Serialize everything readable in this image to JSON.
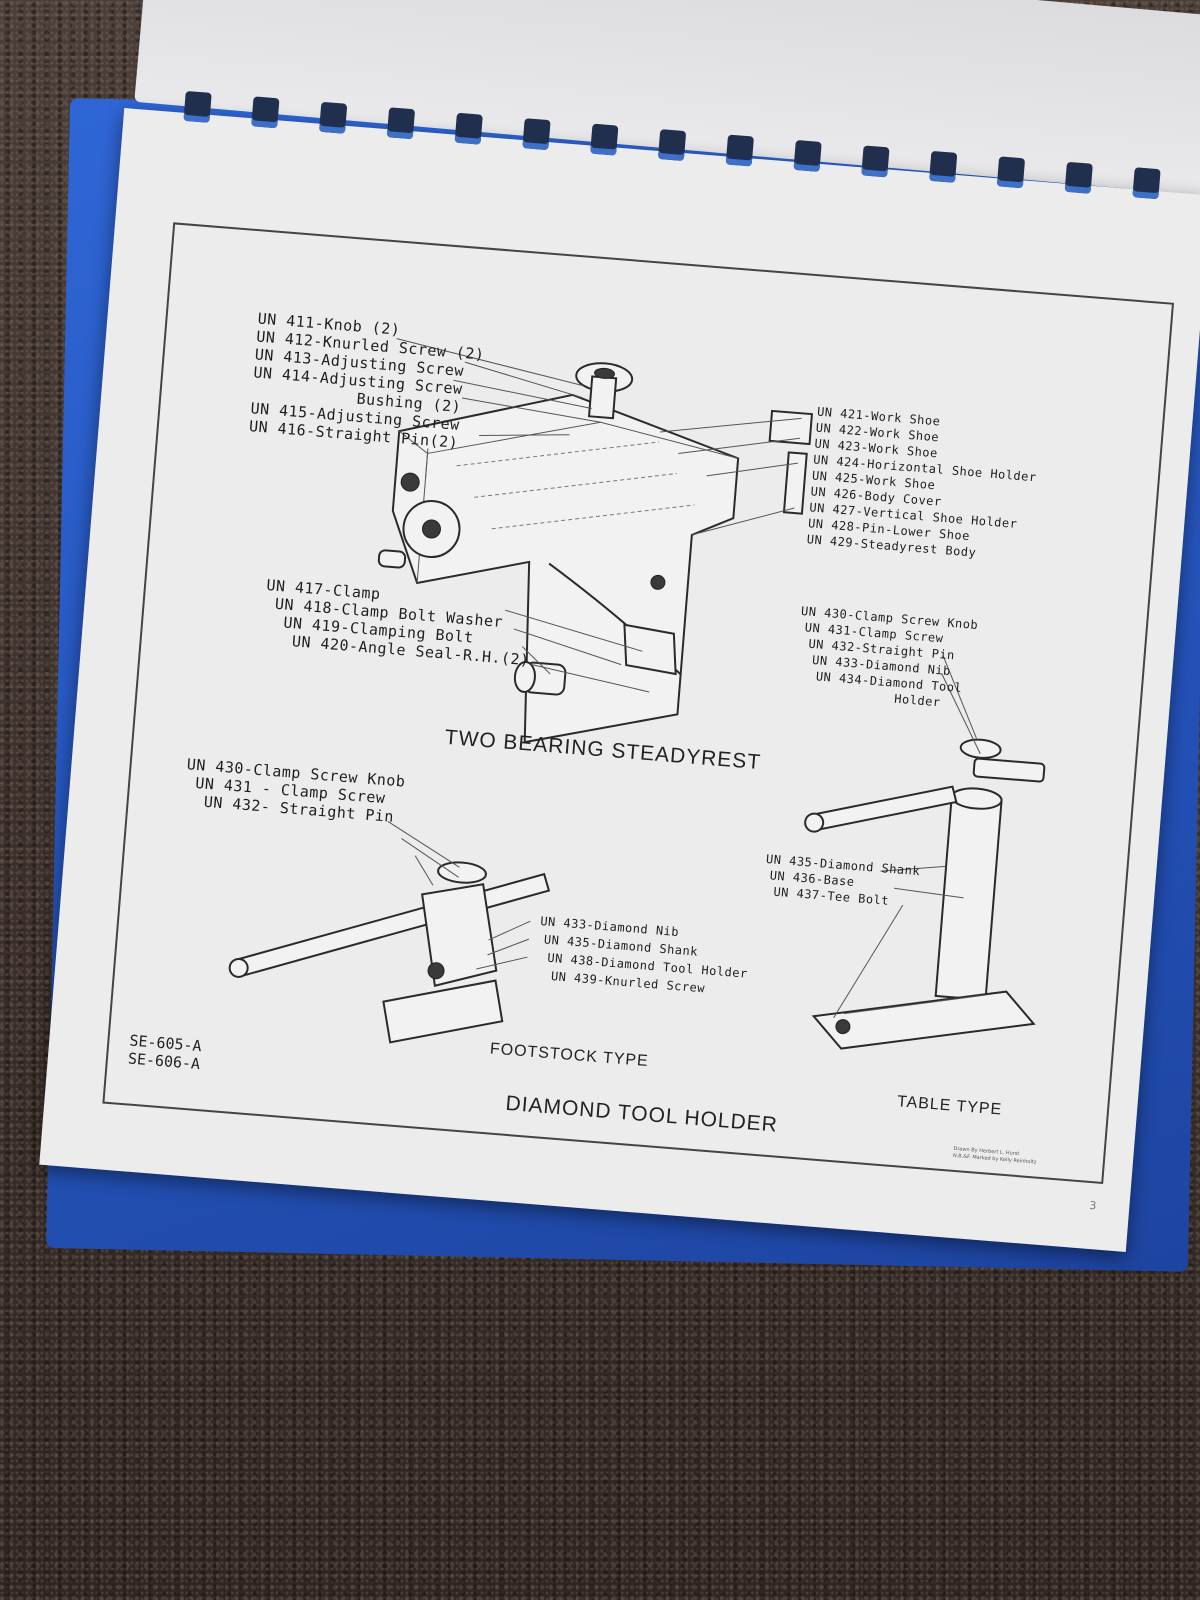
{
  "title_main": "TWO BEARING STEADYREST",
  "title_bottom": "DIAMOND TOOL HOLDER",
  "subtitle_footstock": "FOOTSTOCK TYPE",
  "subtitle_table": "TABLE TYPE",
  "codes": [
    "SE-605-A",
    "SE-606-A"
  ],
  "credit_lines": [
    "Drawn By Herbert L. Hurst",
    "N.B.&F. Marked by Kelly Reinholtz"
  ],
  "page_mark": "3",
  "labels_top_left": [
    "UN 411-Knob (2)",
    "UN 412-Knurled Screw (2)",
    "UN 413-Adjusting Screw",
    "UN 414-Adjusting Screw",
    "Bushing (2)",
    "UN 415-Adjusting Screw",
    "UN 416-Straight Pin(2)"
  ],
  "labels_top_right": [
    "UN 421-Work Shoe",
    "UN 422-Work Shoe",
    "UN 423-Work Shoe",
    "UN 424-Horizontal Shoe Holder",
    "UN 425-Work Shoe",
    "UN 426-Body Cover",
    "UN 427-Vertical Shoe Holder",
    "UN 428-Pin-Lower Shoe",
    "UN 429-Steadyrest Body"
  ],
  "labels_mid_left": [
    "UN 417-Clamp",
    "UN 418-Clamp Bolt Washer",
    "UN 419-Clamping Bolt",
    "UN 420-Angle Seal-R.H.(2)"
  ],
  "labels_mid_right": [
    "UN 430-Clamp Screw Knob",
    "UN 431-Clamp Screw",
    "UN 432-Straight Pin",
    "UN 433-Diamond Nib",
    "UN 434-Diamond Tool",
    "Holder"
  ],
  "labels_table_lower": [
    "UN 435-Diamond Shank",
    "UN 436-Base",
    "UN 437-Tee Bolt"
  ],
  "labels_foot_top": [
    "UN 430-Clamp Screw Knob",
    "UN 431 - Clamp Screw",
    "UN 432- Straight Pin"
  ],
  "labels_foot_right": [
    "UN 433-Diamond Nib",
    "UN 435-Diamond Shank",
    "UN 438-Diamond Tool Holder",
    "UN 439-Knurled Screw"
  ]
}
